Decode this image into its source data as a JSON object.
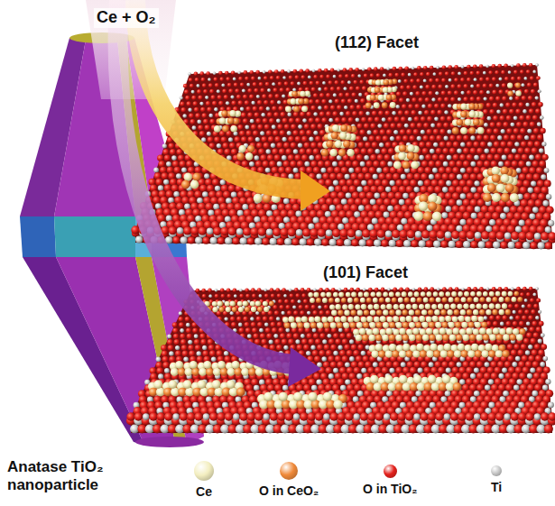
{
  "diagram": {
    "labels": [
      "Ce + O₂",
      "(112) Facet",
      "(101) Facet",
      "Anatase TiO₂ nanoparticle"
    ],
    "legend": [
      {
        "text": "Ce",
        "color": "#f3eec0"
      },
      {
        "text": "O in CeO₂",
        "color": "#f08a3a"
      },
      {
        "text": "O in TiO₂",
        "color": "#e3211c"
      },
      {
        "text": "Ti",
        "color": "#c8c8c8"
      }
    ]
  }
}
